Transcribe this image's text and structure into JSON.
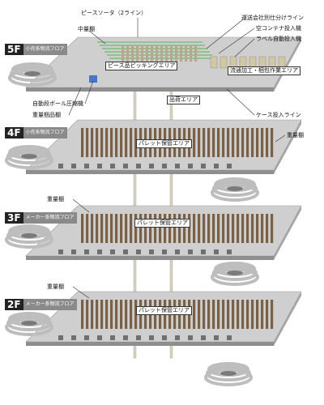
{
  "colors": {
    "slab_top": "#cfcfcf",
    "slab_side": "#8e8e8e",
    "rack": "#7a6146",
    "rack_light": "#b7a98f",
    "pallet": "#e8e2d2",
    "spiral": "#d8d8d8",
    "badge_num": "#222222",
    "badge_name": "#8a8a8a",
    "accent_green": "#7bbf7b",
    "accent_blue": "#4b74c9"
  },
  "floors": [
    {
      "num": "5F",
      "name": "小売系物流フロア"
    },
    {
      "num": "4F",
      "name": "小売系物流フロア"
    },
    {
      "num": "3F",
      "name": "メーカー系物流フロア"
    },
    {
      "num": "2F",
      "name": "メーカー系物流フロア"
    }
  ],
  "labels": {
    "piece_sorter": "ピースソータ（2ライン）",
    "mezzanine_shelf": "中量棚",
    "piece_picking_area": "ピース品ピッキングエリア",
    "carrier_sorting_line": "運送会社別仕分けライン",
    "empty_container_feeder": "空コンテナ投入機",
    "label_auto_feeder": "ラベル自動投入機",
    "processing_packing_area": "流通加工・梱包作業エリア",
    "shipping_area": "出荷エリア",
    "auto_box_press": "自動段ボール圧縮機",
    "heavy_items": "重量梱品棚",
    "case_feed_line": "ケース投入ライン",
    "heavy_shelf_4f": "重量棚",
    "pallet_area_4f": "パレット保管エリア",
    "heavy_shelf_3f": "重量棚",
    "pallet_area_3f": "パレット保管エリア",
    "heavy_shelf_2f": "重量棚",
    "pallet_area_2f": "パレット保管エリア"
  }
}
